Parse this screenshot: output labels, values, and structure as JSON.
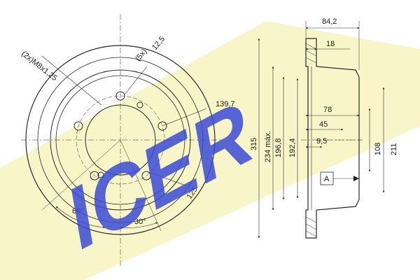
{
  "watermark": {
    "text": "ICER",
    "color": "#3c4bd6",
    "band_color": "#f3ef9a"
  },
  "front_view": {
    "bolt_label": "(2x)M8x1,25",
    "hole_label": "(5x)",
    "hole_dia": "12,5",
    "pcd": "139,7",
    "inner_dia": "125",
    "angle1": "60°",
    "angle2": "30°"
  },
  "section_view": {
    "width": "84,2",
    "offset": "18",
    "d_outer": "315",
    "d_max": "234 máx.",
    "d3": "196,8",
    "d4": "192,4",
    "w78": "78",
    "w45": "45",
    "w9": "9,5",
    "d108": "108",
    "d211": "211",
    "ref": "A"
  }
}
